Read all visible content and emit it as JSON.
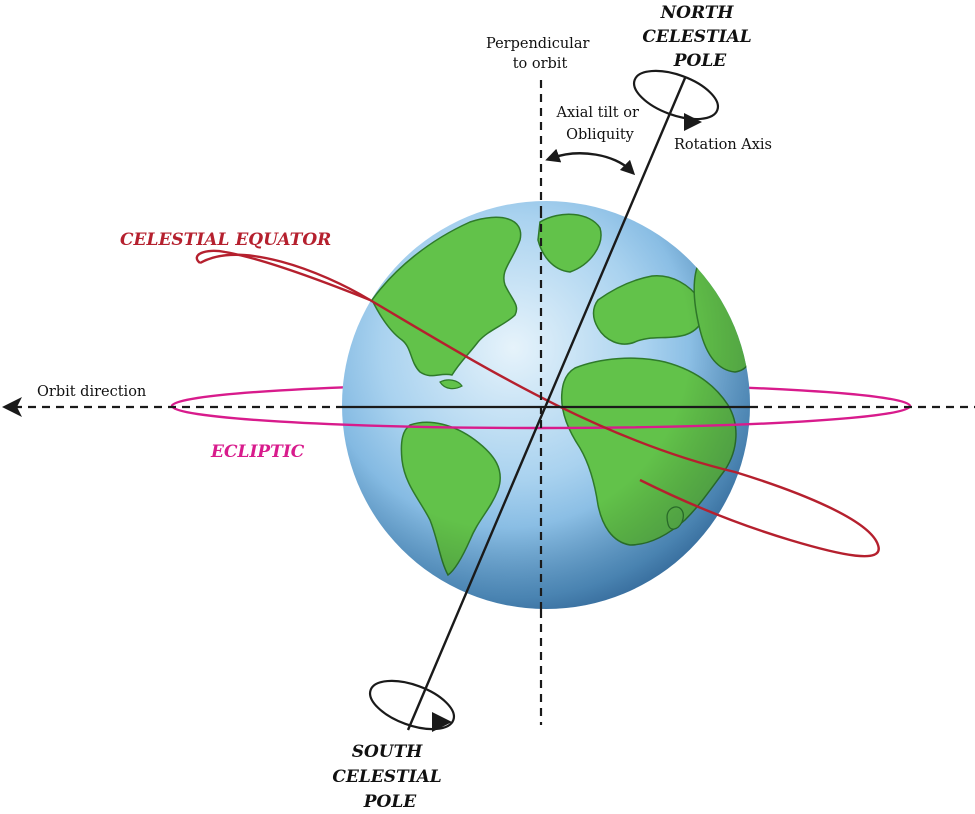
{
  "labels": {
    "north_pole": [
      "NORTH",
      "CELESTIAL",
      "POLE"
    ],
    "south_pole": [
      "SOUTH",
      "CELESTIAL",
      "POLE"
    ],
    "perpendicular": [
      "Perpendicular",
      "to orbit"
    ],
    "axial_tilt": [
      "Axial tilt or",
      "Obliquity"
    ],
    "rotation_axis": "Rotation Axis",
    "celestial_equator": "CELESTIAL EQUATOR",
    "orbit_direction": "Orbit direction",
    "ecliptic": "ECLIPTIC"
  },
  "colors": {
    "equator": "#b5202e",
    "ecliptic": "#d81b8c",
    "ocean_light": "#cfe6f6",
    "ocean_dark": "#3f86c6",
    "land": "#62c24a",
    "land_edge": "#2f7a2a",
    "line": "#1a1a1a"
  }
}
